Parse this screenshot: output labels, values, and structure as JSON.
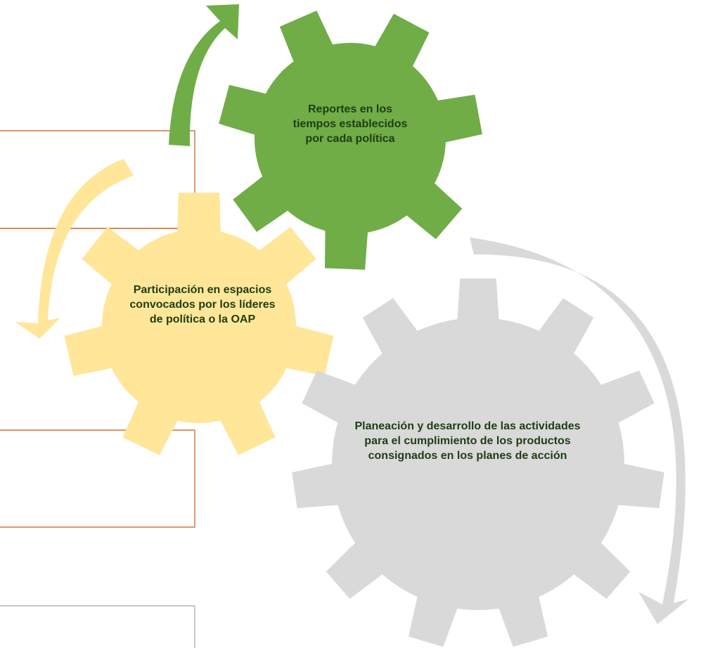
{
  "gears": [
    {
      "id": "green",
      "label": "Reportes en los tiempos establecidos por cada política",
      "color": "#70ad47"
    },
    {
      "id": "yellow",
      "label": "Participación en espacios convocados por los líderes de política o la OAP",
      "color": "#ffe699"
    },
    {
      "id": "gray",
      "label": "Planeación y desarrollo de las actividades para el cumplimiento de los productos consignados en los planes de acción",
      "color": "#d9d9d9"
    }
  ],
  "colors": {
    "label_text": "#1f3d14",
    "box_border": "#c55a11",
    "box_border_gray": "#a6a6a6"
  }
}
